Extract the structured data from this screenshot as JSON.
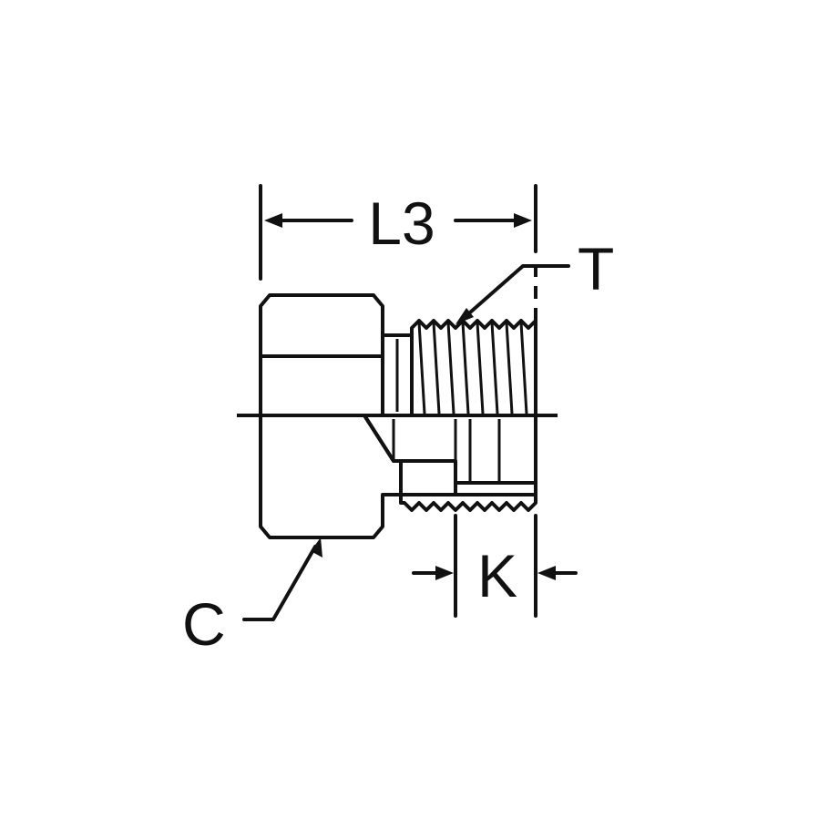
{
  "labels": {
    "length": "L3",
    "thread": "T",
    "hex": "C",
    "thread_length": "K"
  },
  "colors": {
    "outline": "#111111",
    "light_face": "#e9e9e9",
    "mid_face": "#c9c9c9",
    "section_face": "#a9a9a9",
    "bore_face": "#d8d8d8"
  }
}
